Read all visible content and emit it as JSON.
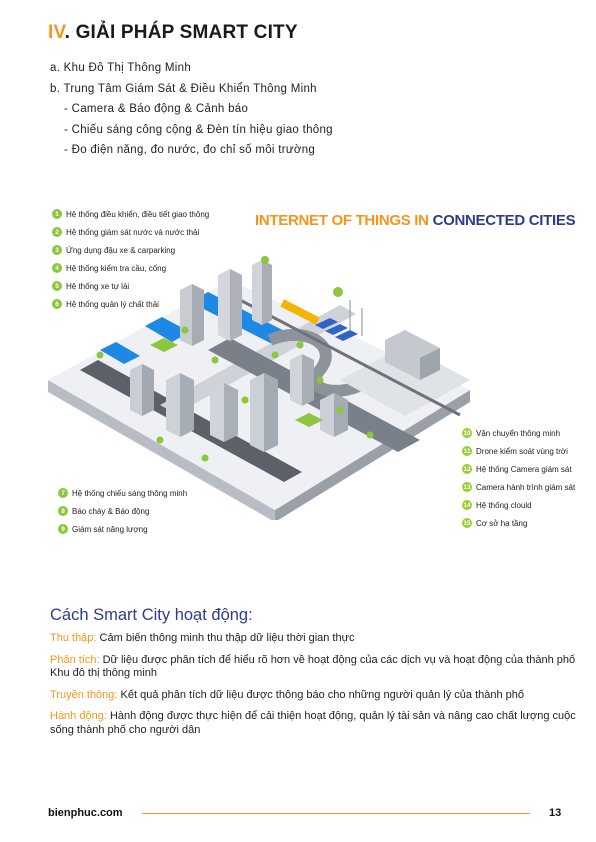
{
  "header": {
    "number": "IV",
    "title": ". GIẢI PHÁP SMART CITY"
  },
  "outline": {
    "a": "a. Khu Đô Thị Thông Minh",
    "b": "b. Trung Tâm Giám Sát & Điều Khiển Thông Minh",
    "subs": [
      "- Camera & Báo động & Cảnh báo",
      "- Chiếu sáng công cộng & Đèn tín hiệu giao thông",
      "- Đo điện năng, đo nước, đo chỉ số môi trường"
    ]
  },
  "diagram": {
    "title_part1": "INTERNET OF THINGS IN ",
    "title_part2": "CONNECTED CITIES",
    "legend_top": [
      {
        "n": "1",
        "label": "Hệ thống điều khiển, điều tiết giao thông"
      },
      {
        "n": "2",
        "label": "Hệ thống giám sát nước và nước thải"
      },
      {
        "n": "3",
        "label": "Ứng dụng đậu xe & carparking"
      },
      {
        "n": "4",
        "label": "Hệ thống kiểm tra cầu, cống"
      },
      {
        "n": "5",
        "label": "Hệ thống xe tự lái"
      },
      {
        "n": "6",
        "label": "Hệ thống quản lý chất thải"
      }
    ],
    "legend_bottom": [
      {
        "n": "7",
        "label": "Hệ thống chiếu sáng thông minh"
      },
      {
        "n": "8",
        "label": "Báo cháy & Báo động"
      },
      {
        "n": "9",
        "label": "Giám sát năng lượng"
      }
    ],
    "legend_right": [
      {
        "n": "10",
        "label": "Vận chuyển thông minh"
      },
      {
        "n": "11",
        "label": "Drone kiểm soát vùng trời"
      },
      {
        "n": "12",
        "label": "Hệ thống Camera giám sát"
      },
      {
        "n": "13",
        "label": "Camera hành trình giám sát"
      },
      {
        "n": "14",
        "label": "Hệ thống clould"
      },
      {
        "n": "15",
        "label": "Cơ sở hạ tầng"
      }
    ]
  },
  "how": {
    "title": "Cách Smart City hoạt động:",
    "items": [
      {
        "key": "Thu thập:",
        "text": " Cảm biến thông minh thu thập dữ liệu thời gian thực"
      },
      {
        "key": "Phân tích:",
        "text": " Dữ liệu được phân tích để hiểu rõ hơn về hoạt động của các dịch vụ và hoạt động của thành phố Khu đô thị thông minh"
      },
      {
        "key": "Truyền thông:",
        "text": " Kết quả phân tích dữ liệu được thông báo cho những người quản lý của thành phố"
      },
      {
        "key": "Hành động:",
        "text": " Hành động được thực hiện để cải thiện hoạt động, quản lý tài sản và nâng cao chất lượng cuộc sống thành phố cho người dân"
      }
    ]
  },
  "footer": {
    "site": "bienphuc.com",
    "page": "13"
  },
  "colors": {
    "accent": "#f7941d",
    "navy": "#2e3c8f",
    "green": "#8cc63f",
    "water": "#1e88e5"
  }
}
